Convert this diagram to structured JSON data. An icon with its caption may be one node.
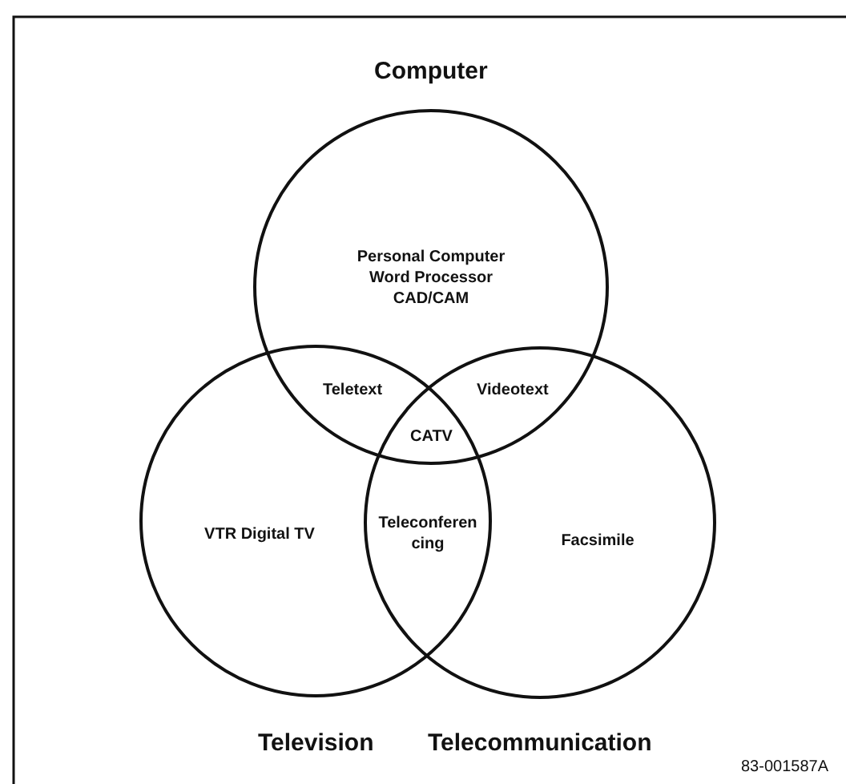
{
  "diagram": {
    "nodes": [
      {
        "text": [
          "Computer",
          "Personal Computer Word Processor CAD/CAM"
        ]
      },
      {
        "text": [
          "VTR Digital TV",
          "Television"
        ]
      },
      {
        "text": [
          "Facsimile",
          "Telecommunication"
        ]
      }
    ],
    "labels": [
      "Teletext",
      "Videotext",
      "CATV",
      "Teleconferencing",
      "83-001587A"
    ]
  }
}
